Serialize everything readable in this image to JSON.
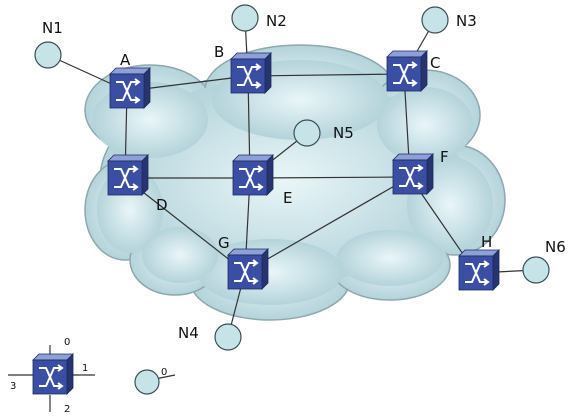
{
  "switches": [
    {
      "id": "A",
      "label": "A"
    },
    {
      "id": "B",
      "label": "B"
    },
    {
      "id": "C",
      "label": "C"
    },
    {
      "id": "D",
      "label": "D"
    },
    {
      "id": "E",
      "label": "E"
    },
    {
      "id": "F",
      "label": "F"
    },
    {
      "id": "G",
      "label": "G"
    },
    {
      "id": "H",
      "label": "H"
    }
  ],
  "hosts": [
    {
      "id": "N1",
      "label": "N1"
    },
    {
      "id": "N2",
      "label": "N2"
    },
    {
      "id": "N3",
      "label": "N3"
    },
    {
      "id": "N4",
      "label": "N4"
    },
    {
      "id": "N5",
      "label": "N5"
    },
    {
      "id": "N6",
      "label": "N6"
    }
  ],
  "links": [
    [
      "N1",
      "A"
    ],
    [
      "N2",
      "B"
    ],
    [
      "N3",
      "C"
    ],
    [
      "N4",
      "G"
    ],
    [
      "N5",
      "E"
    ],
    [
      "N6",
      "H"
    ],
    [
      "A",
      "B"
    ],
    [
      "B",
      "C"
    ],
    [
      "A",
      "D"
    ],
    [
      "B",
      "E"
    ],
    [
      "C",
      "F"
    ],
    [
      "D",
      "E"
    ],
    [
      "E",
      "F"
    ],
    [
      "D",
      "G"
    ],
    [
      "E",
      "G"
    ],
    [
      "G",
      "F"
    ],
    [
      "F",
      "H"
    ]
  ],
  "legend": {
    "switch_ports": [
      "0",
      "1",
      "2",
      "3"
    ],
    "host_port": "0"
  },
  "colors": {
    "cloud_fill": "#c9e6ec",
    "cloud_stroke": "#8fa7ae",
    "switch_face": "#3a4fa3",
    "switch_side": "#27346f",
    "switch_top": "#8ea0d8",
    "host_fill": "#c6e3e8",
    "host_stroke": "#3b4f55"
  }
}
